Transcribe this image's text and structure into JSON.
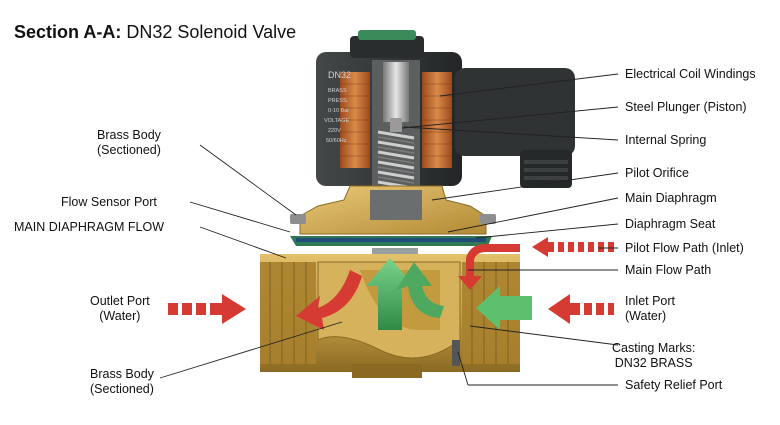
{
  "title": {
    "bold": "Section A-A:",
    "rest": "DN32 Solenoid Valve"
  },
  "coil_marking": {
    "model": "DN32",
    "material": "BRASS",
    "pressure_label": "PRESS.",
    "pressure_range": "0-10 Bar",
    "voltage_label": "VOLTAGE",
    "voltage_value": "220V",
    "frequency": "50/60Hz"
  },
  "labels": {
    "left": {
      "brass_body_top": [
        "Brass Body",
        "(Sectioned)"
      ],
      "flow_sensor_port": "Flow Sensor Port",
      "main_diaphragm_flow": "MAIN DIAPHRAGM FLOW",
      "outlet_port": [
        "Outlet Port",
        "(Water)"
      ],
      "brass_body_bottom": [
        "Brass Body",
        "(Sectioned)"
      ]
    },
    "right": {
      "electrical_coil_windings": "Electrical Coil Windings",
      "steel_plunger": "Steel Plunger (Piston)",
      "internal_spring": "Internal Spring",
      "pilot_orifice": "Pilot Orifice",
      "main_diaphragm": "Main Diaphragm",
      "diaphragm_seat": "Diaphragm Seat",
      "pilot_flow_path": "Pilot Flow Path (Inlet)",
      "main_flow_path": "Main Flow Path",
      "inlet_port": [
        "Inlet Port",
        "(Water)"
      ],
      "casting_marks": [
        "Casting Marks:",
        "DN32 BRASS"
      ],
      "safety_relief_port": "Safety Relief Port"
    }
  },
  "colors": {
    "brass": "#c9a24a",
    "brass_dark": "#8a6a22",
    "cast_metal": "#2e3131",
    "copper_coil": "#c0642b",
    "diaphragm": "#2f7a55",
    "flow_green": "#55b56a",
    "flow_red": "#d63b33",
    "leader_line": "#222222"
  }
}
